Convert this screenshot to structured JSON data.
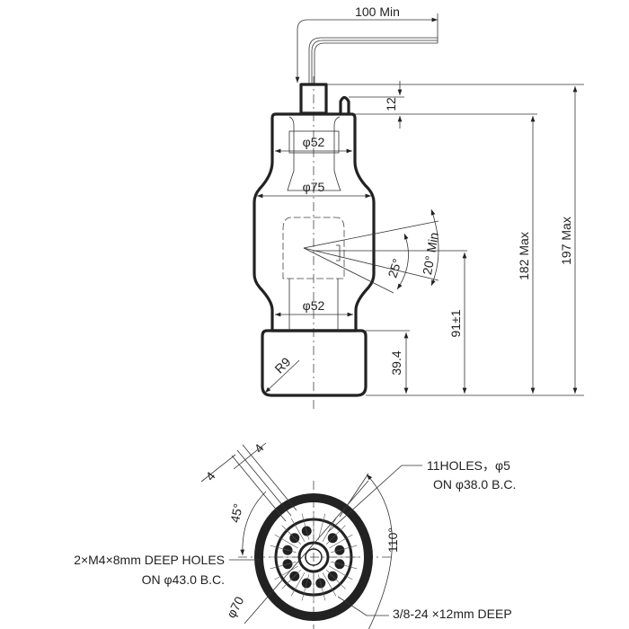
{
  "title": "Tube outline dimensional drawing",
  "side_view": {
    "lead_length": "100 Min",
    "cap_height": "12",
    "neck_diameter_top": "φ52",
    "body_diameter": "φ75",
    "neck_diameter_bottom": "φ52",
    "base_radius": "R9",
    "angle_25": "25°",
    "angle_20": "20° Min",
    "height_182": "182 Max",
    "height_197": "197 Max",
    "center_height": "91±1",
    "base_height": "39.4"
  },
  "bottom_view": {
    "dim_4_a": "4",
    "dim_4_b": "4",
    "angle_45": "45°",
    "angle_110": "110°",
    "diameter_70": "φ70",
    "holes_11_line1": "11HOLES，φ5",
    "holes_11_line2": "ON φ38.0 B.C.",
    "m4_holes_line1": "2×M4×8mm DEEP HOLES",
    "m4_holes_line2": "ON φ43.0 B.C.",
    "thread_note": "3/8-24 ×12mm DEEP"
  }
}
